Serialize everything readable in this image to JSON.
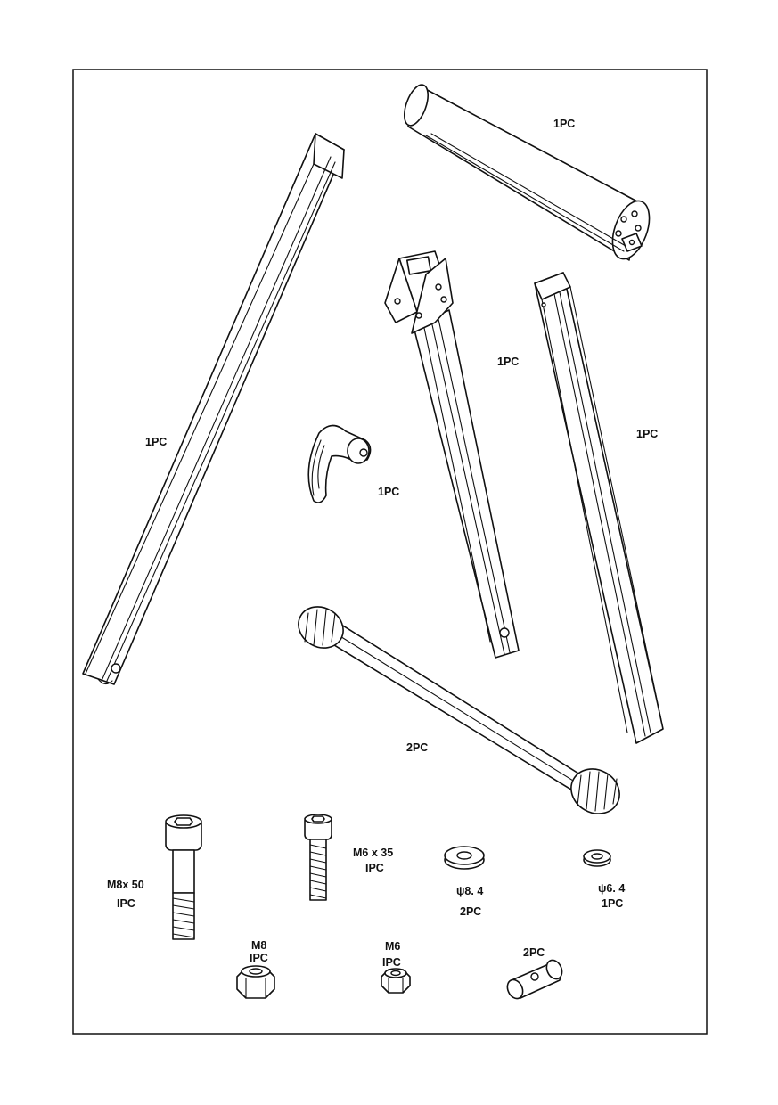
{
  "labels": {
    "tube_long": "1PC",
    "roller": "1PC",
    "bracket_leg": "1PC",
    "square_leg": "1PC",
    "lever": "1PC",
    "knob_bar": "2PC",
    "bolt_m8_size": "M8x 50",
    "bolt_m8_qty": "IPC",
    "bolt_m6_size": "M6 x 35",
    "bolt_m6_qty": "IPC",
    "washer_84_size": "ψ8. 4",
    "washer_84_qty": "2PC",
    "washer_64_size": "ψ6. 4",
    "washer_64_qty": "1PC",
    "nut_m8_size": "M8",
    "nut_m8_qty": "IPC",
    "nut_m6_size": "M6",
    "nut_m6_qty": "IPC",
    "pin_qty": "2PC"
  },
  "colors": {
    "line": "#111111",
    "background": "#ffffff"
  }
}
